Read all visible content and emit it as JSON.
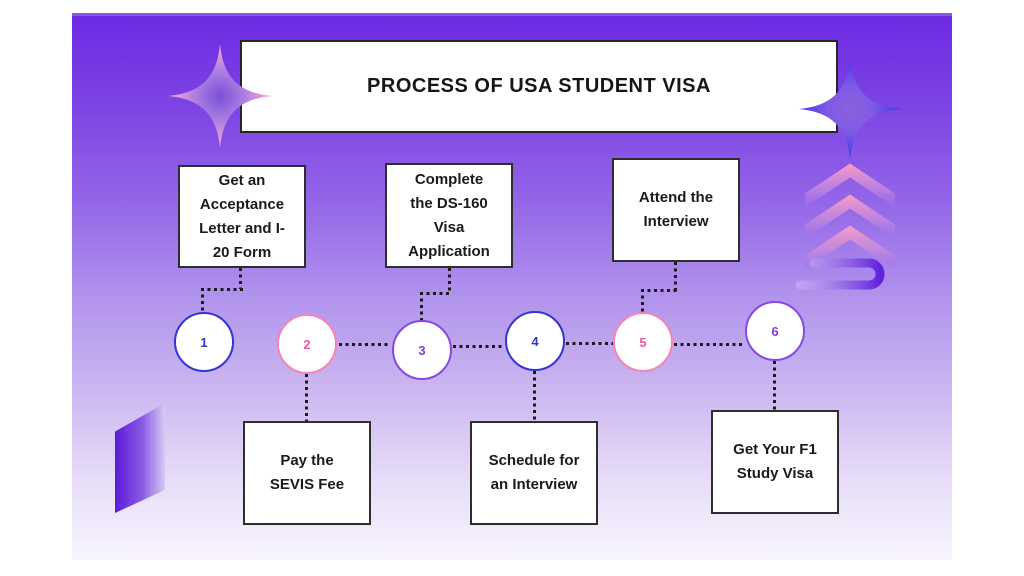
{
  "title": "PROCESS OF USA STUDENT VISA",
  "steps": [
    {
      "num": "1",
      "label": "Get an Acceptance Letter and I-20 Form",
      "accent": "blue",
      "box_position": "top"
    },
    {
      "num": "2",
      "label": "Pay the SEVIS Fee",
      "accent": "pink",
      "box_position": "bottom"
    },
    {
      "num": "3",
      "label": "Complete the DS-160 Visa Application",
      "accent": "purple",
      "box_position": "top"
    },
    {
      "num": "4",
      "label": "Schedule for an Interview",
      "accent": "blue",
      "box_position": "bottom"
    },
    {
      "num": "5",
      "label": "Attend the Interview",
      "accent": "pink",
      "box_position": "top"
    },
    {
      "num": "6",
      "label": "Get Your F1 Study Visa",
      "accent": "purple",
      "box_position": "bottom"
    }
  ],
  "decorations": [
    "sparkle-pink",
    "sparkle-blue",
    "triple-chevron",
    "curved-hook",
    "parallelogram"
  ],
  "colors": {
    "accent_blue": "#3434d1",
    "accent_pink": "#f584b6",
    "accent_purple": "#8748e2",
    "connector_dots": "#1b1b1b",
    "background_top": "#6c2ae2",
    "background_bottom": "#f8f5fd",
    "box_border": "#2e2e2e",
    "box_background": "#ffffff",
    "title_text": "#161616"
  }
}
